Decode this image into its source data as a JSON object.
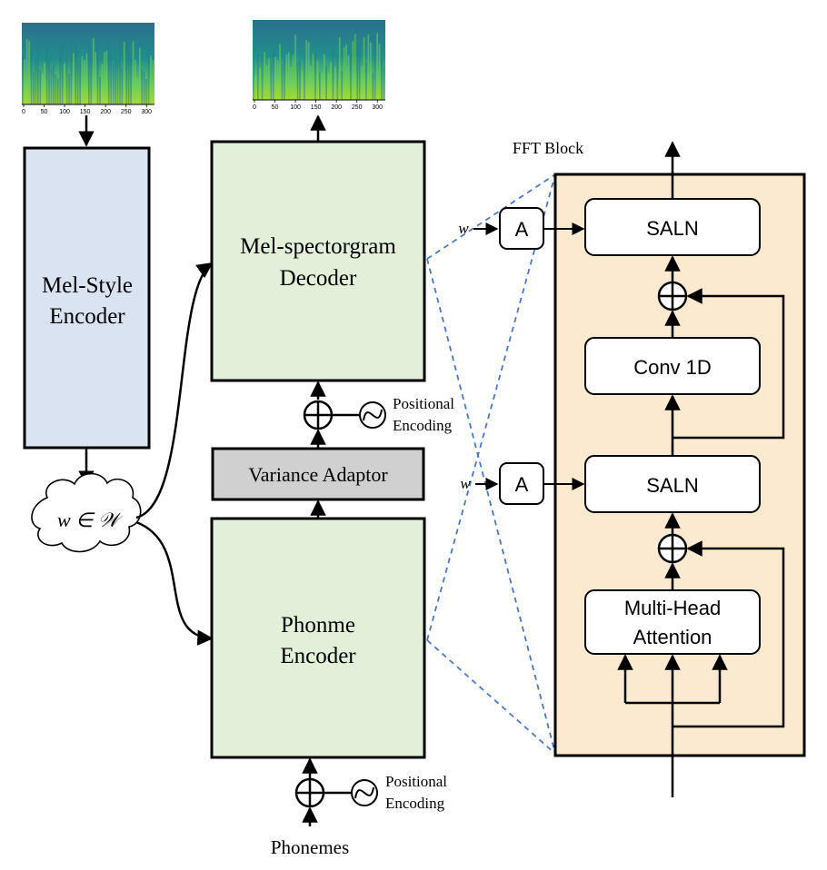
{
  "style_encoder": {
    "line1": "Mel-Style",
    "line2": "Encoder"
  },
  "style_vector": "w ∈ 𝒲",
  "decoder": {
    "line1": "Mel-spectorgram",
    "line2": "Decoder"
  },
  "variance_adaptor": "Variance Adaptor",
  "phoneme_encoder": {
    "line1": "Phonme",
    "line2": "Encoder"
  },
  "positional_encoding": {
    "line1": "Positional",
    "line2": "Encoding"
  },
  "phonemes": "Phonemes",
  "fft_block": {
    "title": "FFT Block",
    "w_label": "w",
    "adapter_label": "A",
    "saln": "SALN",
    "conv": "Conv 1D",
    "attention": {
      "line1": "Multi-Head",
      "line2": "Attention"
    }
  },
  "spectrogram_ticks": [
    "0",
    "50",
    "100",
    "150",
    "200",
    "250",
    "300"
  ],
  "colors": {
    "style_encoder_fill": "#dae3f1",
    "encoder_decoder_fill": "#e2f0d9",
    "variance_fill": "#d0d0d0",
    "fft_fill": "#fbe9d0",
    "dashed_line": "#4a78c2",
    "spec_dark": "#2c4f8a",
    "spec_mid": "#21908c",
    "spec_light": "#bddf26"
  }
}
